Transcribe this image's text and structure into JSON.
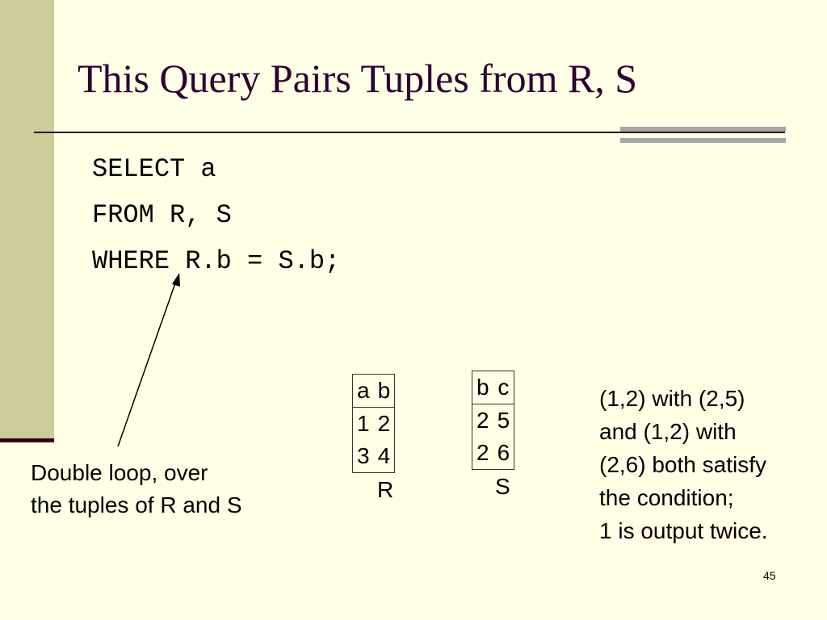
{
  "slide": {
    "title": "This Query Pairs Tuples from R, S",
    "number": "45"
  },
  "code": {
    "lines": [
      "SELECT a",
      "FROM R, S",
      "WHERE R.b = S.b;"
    ]
  },
  "left_note": {
    "lines": [
      "Double loop, over",
      "the tuples of R and S"
    ]
  },
  "relation_r": {
    "name": "R",
    "header": [
      "a",
      "b"
    ],
    "rows": [
      [
        "1",
        "2"
      ],
      [
        "3",
        "4"
      ]
    ]
  },
  "relation_s": {
    "name": "S",
    "header": [
      "b",
      "c"
    ],
    "rows": [
      [
        "2",
        "5"
      ],
      [
        "2",
        "6"
      ]
    ]
  },
  "right_note": {
    "lines": [
      "(1,2) with (2,5)",
      "and (1,2) with",
      "(2,6) both satisfy",
      "the condition;",
      "1 is output twice."
    ]
  },
  "colors": {
    "background": "#FFFFE5",
    "left_band": "#CCCC99",
    "title_text": "#2E0033",
    "rule": "#33001A",
    "accent_bars": "#A6A6A6"
  }
}
